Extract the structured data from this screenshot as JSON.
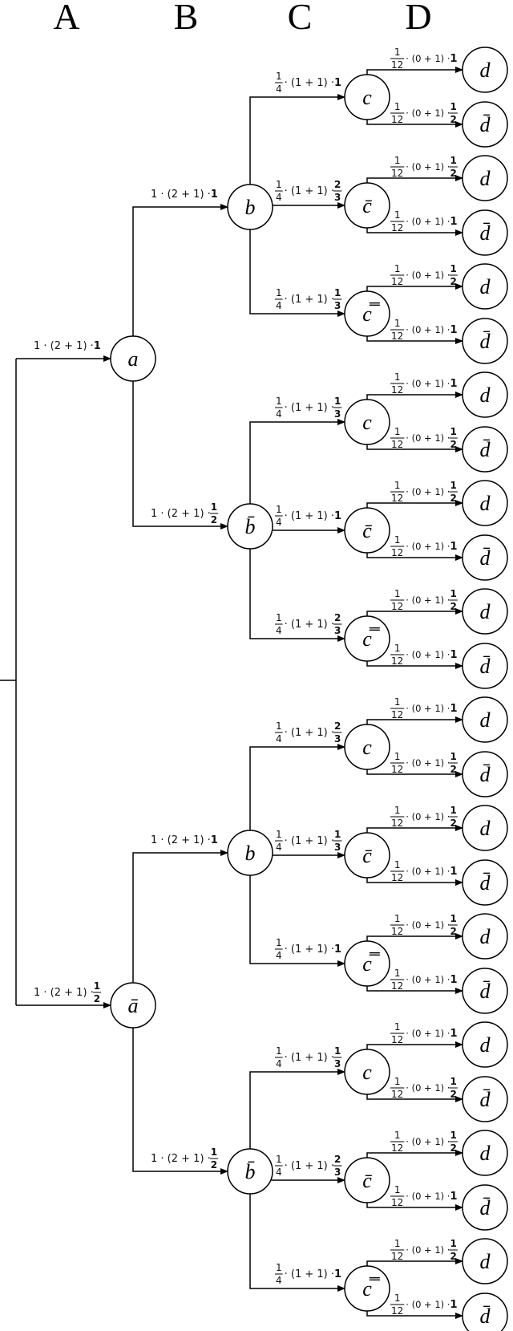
{
  "columns": [
    "A",
    "B",
    "C",
    "D"
  ],
  "labels": {
    "a": "a",
    "abar": "ā",
    "b": "b",
    "bbar": "b̄",
    "c": "c",
    "cbar": "c̄",
    "cbb": "c̿",
    "d": "d",
    "dbar": "d̄"
  },
  "level_b": {
    "prefix": "1 · (2 + 1) · ",
    "weights": [
      {
        "text": "1"
      },
      {
        "num": "1",
        "den": "2"
      }
    ]
  },
  "level_c": {
    "prefix": "1 · (2 + 1) · ",
    "weights": [
      {
        "text": "1"
      },
      {
        "num": "1",
        "den": "2"
      },
      {
        "text": "1"
      },
      {
        "num": "1",
        "den": "2"
      }
    ]
  },
  "level_cc": {
    "coef": {
      "num": "1",
      "den": "4"
    },
    "mid": " · (1 + 1) · ",
    "weights": [
      {
        "text": "1"
      },
      {
        "num": "2",
        "den": "3"
      },
      {
        "num": "1",
        "den": "3"
      },
      {
        "num": "1",
        "den": "3"
      },
      {
        "text": "1"
      },
      {
        "num": "2",
        "den": "3"
      },
      {
        "num": "2",
        "den": "3"
      },
      {
        "num": "1",
        "den": "3"
      },
      {
        "text": "1"
      },
      {
        "num": "1",
        "den": "3"
      },
      {
        "num": "2",
        "den": "3"
      },
      {
        "text": "1"
      }
    ]
  },
  "level_d": {
    "coef": {
      "num": "1",
      "den": "12"
    },
    "mid": " · (0 + 1) · ",
    "pairs": [
      [
        {
          "text": "1"
        },
        {
          "num": "1",
          "den": "2"
        }
      ],
      [
        {
          "num": "1",
          "den": "2"
        },
        {
          "text": "1"
        }
      ],
      [
        {
          "num": "1",
          "den": "2"
        },
        {
          "text": "1"
        }
      ],
      [
        {
          "text": "1"
        },
        {
          "num": "1",
          "den": "2"
        }
      ],
      [
        {
          "num": "1",
          "den": "2"
        },
        {
          "text": "1"
        }
      ],
      [
        {
          "num": "1",
          "den": "2"
        },
        {
          "text": "1"
        }
      ],
      [
        {
          "text": "1"
        },
        {
          "num": "1",
          "den": "2"
        }
      ],
      [
        {
          "num": "1",
          "den": "2"
        },
        {
          "text": "1"
        }
      ],
      [
        {
          "num": "1",
          "den": "2"
        },
        {
          "text": "1"
        }
      ],
      [
        {
          "text": "1"
        },
        {
          "num": "1",
          "den": "2"
        }
      ],
      [
        {
          "num": "1",
          "den": "2"
        },
        {
          "text": "1"
        }
      ],
      [
        {
          "num": "1",
          "den": "2"
        },
        {
          "text": "1"
        }
      ]
    ]
  }
}
